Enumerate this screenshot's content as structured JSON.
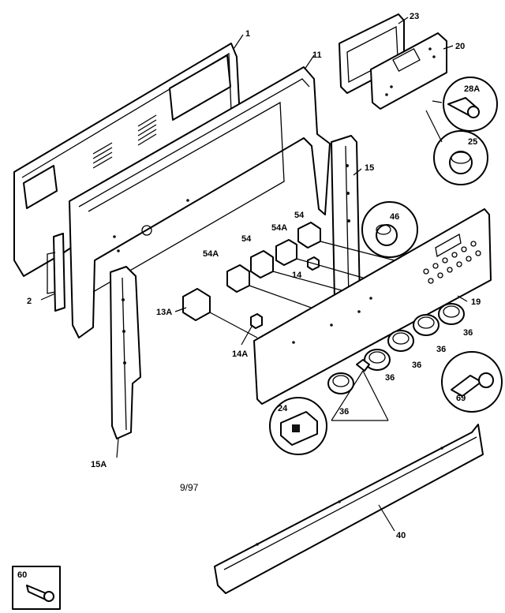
{
  "diagram": {
    "date_code": "9/97",
    "callouts": [
      {
        "id": "c1",
        "text": "1"
      },
      {
        "id": "c11",
        "text": "11"
      },
      {
        "id": "c23",
        "text": "23"
      },
      {
        "id": "c20",
        "text": "20"
      },
      {
        "id": "c28a",
        "text": "28A"
      },
      {
        "id": "c25",
        "text": "25"
      },
      {
        "id": "c15",
        "text": "15"
      },
      {
        "id": "c46",
        "text": "46"
      },
      {
        "id": "c54a_top",
        "text": "54A"
      },
      {
        "id": "c54_top",
        "text": "54"
      },
      {
        "id": "c54_mid",
        "text": "54"
      },
      {
        "id": "c54a_left",
        "text": "54A"
      },
      {
        "id": "c14_top",
        "text": "14"
      },
      {
        "id": "c2",
        "text": "2"
      },
      {
        "id": "c13a",
        "text": "13A"
      },
      {
        "id": "c14a",
        "text": "14A"
      },
      {
        "id": "c19",
        "text": "19"
      },
      {
        "id": "c36_a",
        "text": "36"
      },
      {
        "id": "c36_b",
        "text": "36"
      },
      {
        "id": "c36_c",
        "text": "36"
      },
      {
        "id": "c36_d",
        "text": "36"
      },
      {
        "id": "c36_e",
        "text": "36"
      },
      {
        "id": "c69",
        "text": "69"
      },
      {
        "id": "c24",
        "text": "24"
      },
      {
        "id": "c15a",
        "text": "15A"
      },
      {
        "id": "c40",
        "text": "40"
      },
      {
        "id": "c60",
        "text": "60"
      }
    ]
  }
}
